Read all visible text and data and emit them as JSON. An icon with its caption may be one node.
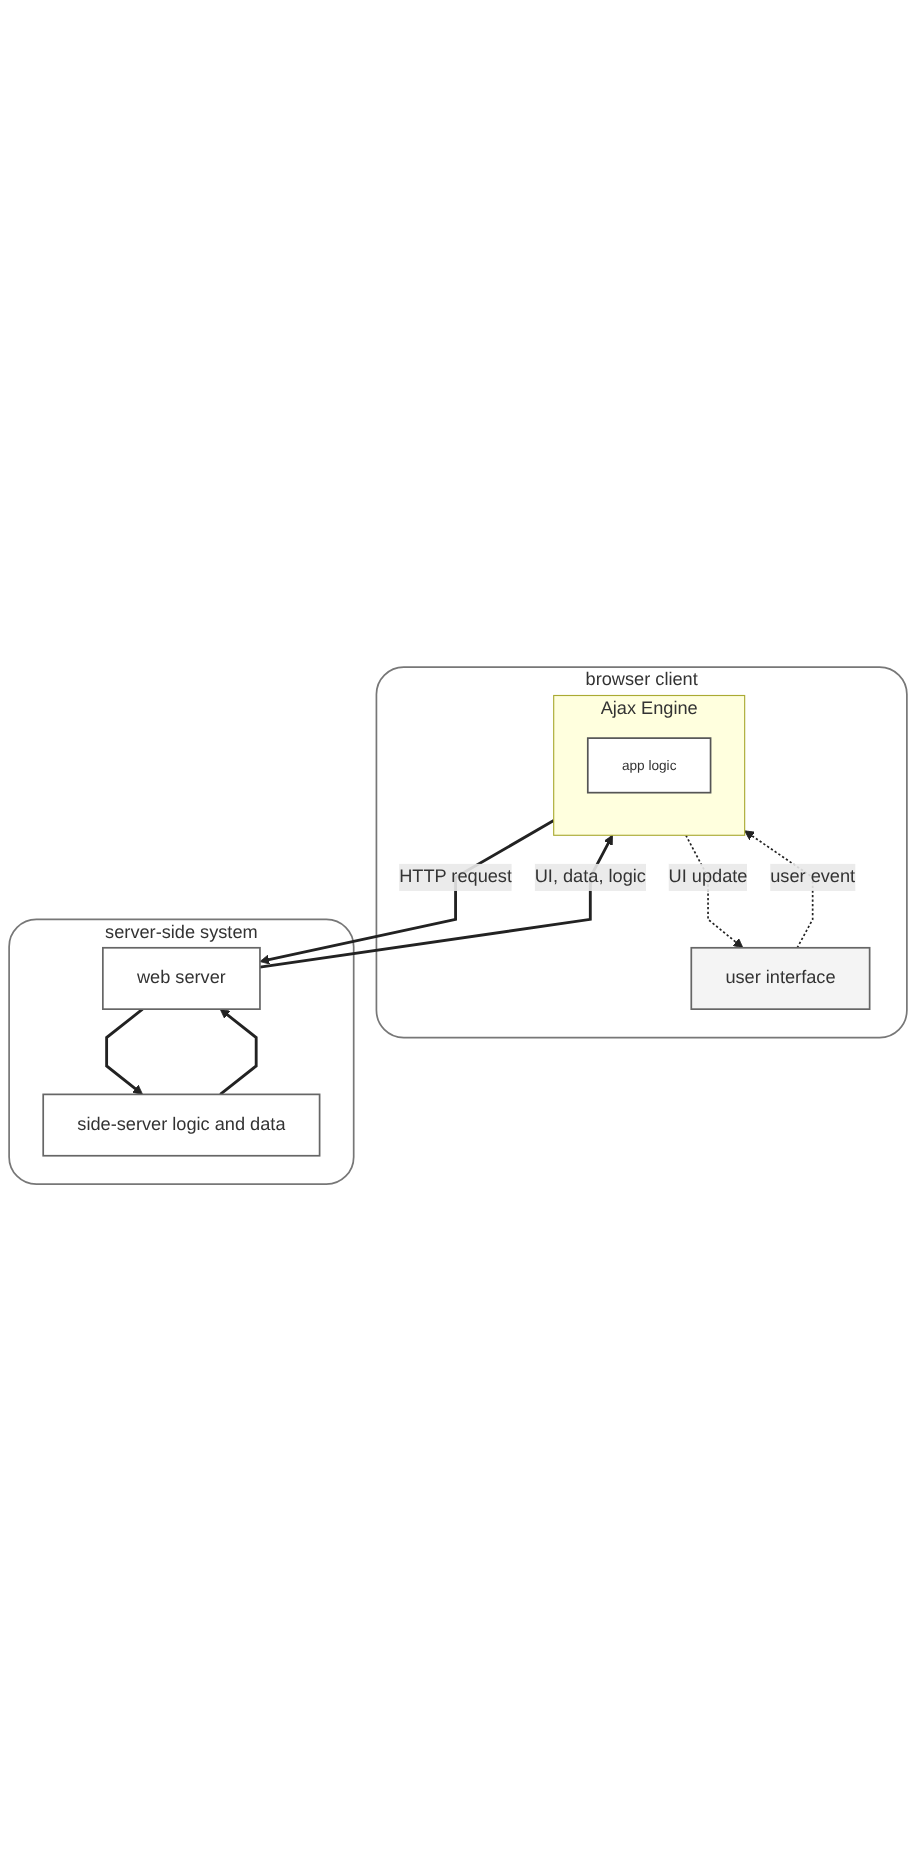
{
  "diagram": {
    "nodes": [
      {
        "text": [
          "browser client"
        ]
      },
      {
        "text": [
          "user interface"
        ],
        "in": 0
      },
      {
        "text": [
          "Ajax Engine"
        ],
        "in": 0
      },
      {
        "text": [
          "app logic"
        ],
        "in": 2
      },
      {
        "text": [
          "server-side system"
        ]
      },
      {
        "text": [
          "web server"
        ],
        "in": 4
      },
      {
        "text": [
          "side-server logic and data"
        ],
        "in": 4
      }
    ],
    "edges": [
      {
        "from": 1,
        "to": 2,
        "arrow": "to",
        "label": "user event",
        "style": "dashed"
      },
      {
        "from": 2,
        "to": 1,
        "arrow": "to",
        "label": "UI update",
        "style": "dashed"
      },
      {
        "from": 2,
        "to": 5,
        "arrow": "to",
        "label": "HTTP request"
      },
      {
        "from": 5,
        "to": 2,
        "arrow": "to",
        "label": "UI, data, logic"
      },
      {
        "from": 5,
        "to": 6,
        "arrow": "to"
      },
      {
        "from": 6,
        "to": 5,
        "arrow": "to"
      }
    ]
  }
}
